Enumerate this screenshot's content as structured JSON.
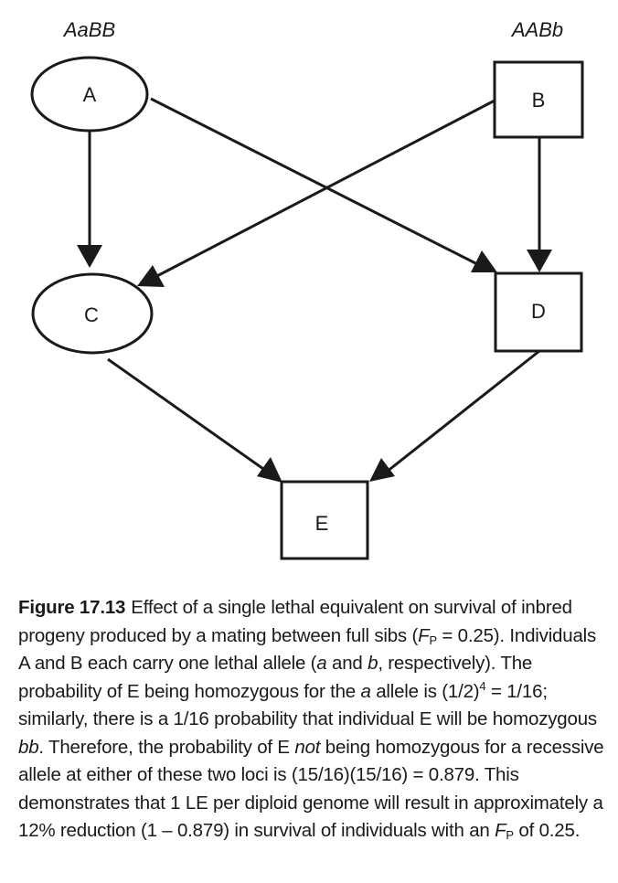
{
  "diagram": {
    "genotypes": {
      "A": "AaBB",
      "B": "AABb"
    },
    "nodes": {
      "A": {
        "label": "A",
        "shape": "ellipse"
      },
      "B": {
        "label": "B",
        "shape": "square"
      },
      "C": {
        "label": "C",
        "shape": "ellipse"
      },
      "D": {
        "label": "D",
        "shape": "square"
      },
      "E": {
        "label": "E",
        "shape": "square"
      }
    },
    "edges": [
      {
        "from": "A",
        "to": "C"
      },
      {
        "from": "A",
        "to": "D"
      },
      {
        "from": "B",
        "to": "C"
      },
      {
        "from": "B",
        "to": "D"
      },
      {
        "from": "C",
        "to": "E"
      },
      {
        "from": "D",
        "to": "E"
      }
    ]
  },
  "caption": {
    "figure_label": "Figure 17.13",
    "s1": "Effect of a single lethal equivalent on survival of inbred progeny produced by a mating between full sibs (",
    "f_var": "F",
    "f_sub": "P",
    "s2": " = 0.25). Individuals A and B each carry one lethal allele (",
    "allele_a": "a",
    "s3": " and ",
    "allele_b": "b",
    "s4": ", respectively). The probability of E being homozygous for the ",
    "allele_a2": "a",
    "s5": " allele is (1/2)",
    "power": "4",
    "s6": " = 1/16; similarly, there is a 1/16 probability that individual E will be homozygous ",
    "genotype_bb": "bb",
    "s7": ". Therefore, the probability of E ",
    "not_word": "not",
    "s8": " being homozygous for a recessive allele at either of these two loci is (15/16)(15/16) = 0.879. This demonstrates that 1 LE per diploid genome will result in approximately a 12% reduction (1 – 0.879) in survival of individuals with an ",
    "f_var2": "F",
    "f_sub2": "P",
    "s9": " of 0.25."
  }
}
